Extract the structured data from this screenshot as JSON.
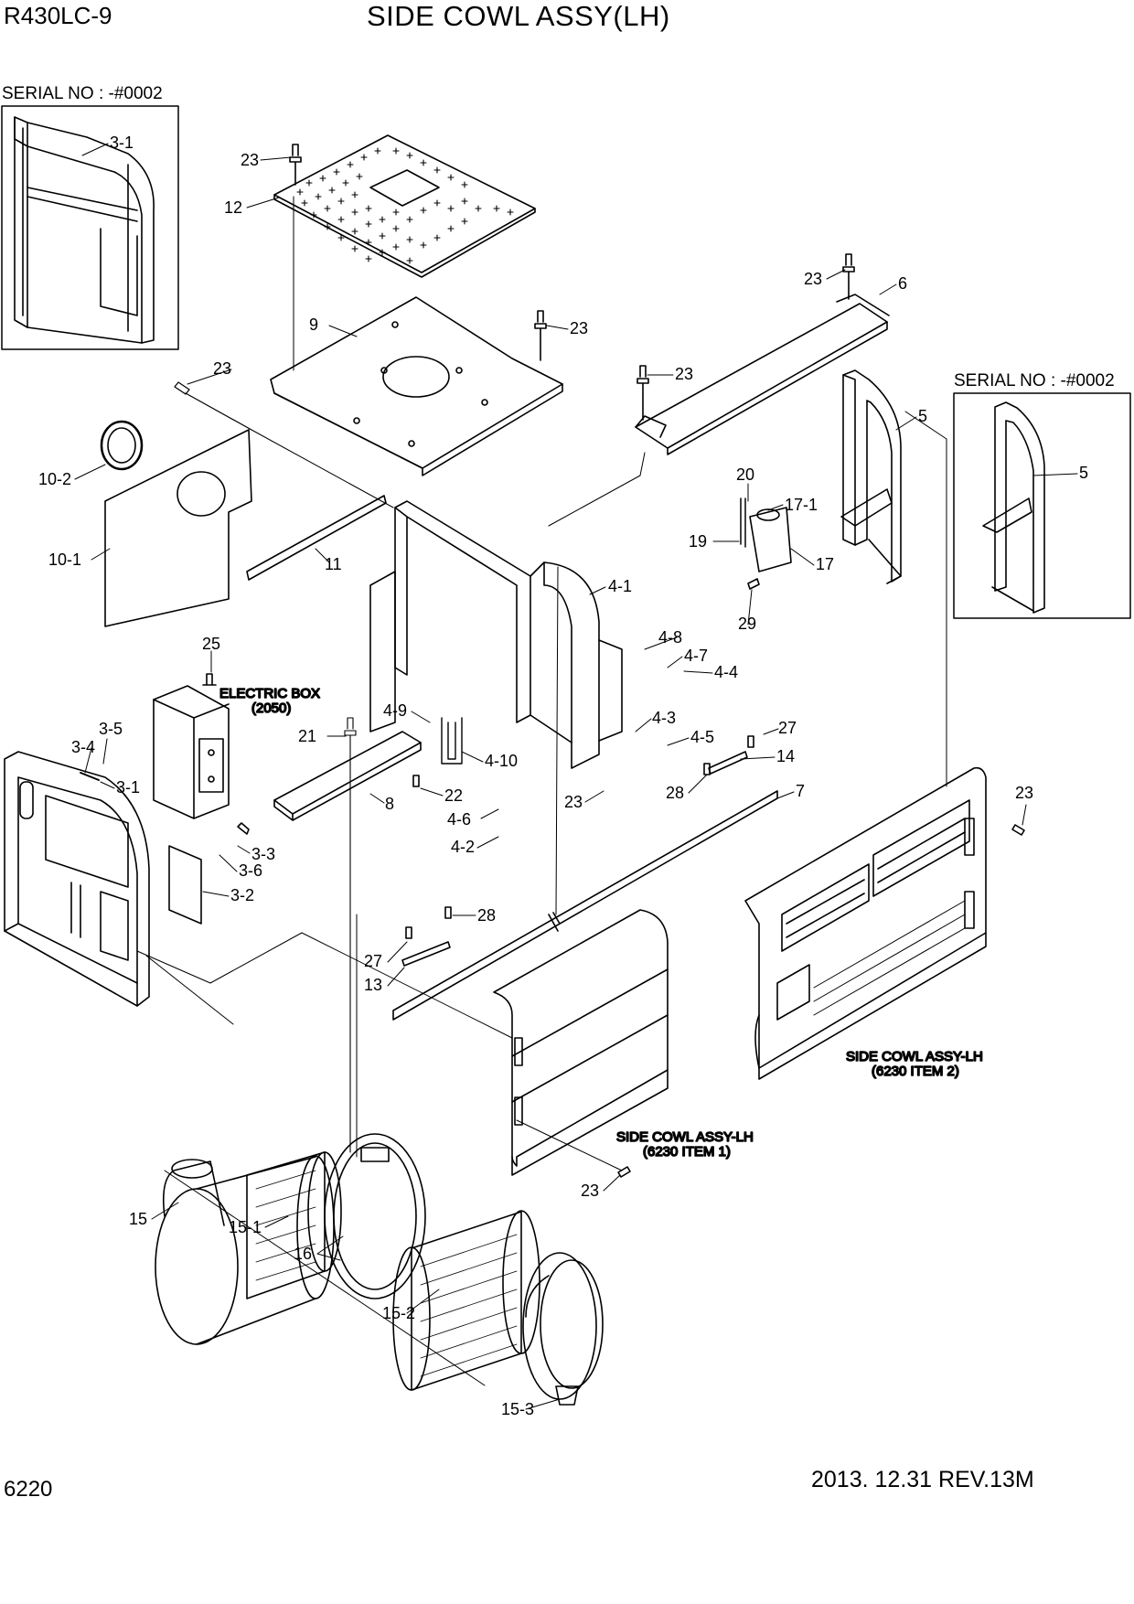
{
  "header": {
    "model": "R430LC-9",
    "title": "SIDE COWL ASSY(LH)"
  },
  "footer": {
    "page_number": "6220",
    "revision": "2013. 12.31  REV.13M"
  },
  "insets": {
    "serial_left": "SERIAL NO : -#0002",
    "serial_right": "SERIAL NO : -#0002"
  },
  "notes": {
    "electric_box": "ELECTRIC BOX",
    "electric_box_ref": "(2050)",
    "cowl_item2": "SIDE COWL ASSY-LH",
    "cowl_item2_ref": "(6230 ITEM 2)",
    "cowl_item1": "SIDE COWL ASSY-LH",
    "cowl_item1_ref": "(6230 ITEM 1)"
  },
  "callouts": [
    "3-1",
    "23",
    "12",
    "23",
    "6",
    "9",
    "23",
    "23",
    "23",
    "5",
    "5",
    "10-2",
    "20",
    "17-1",
    "19",
    "17",
    "11",
    "10-1",
    "4-1",
    "29",
    "4-8",
    "4-7",
    "4-4",
    "25",
    "4-9",
    "4-3",
    "4-5",
    "27",
    "21",
    "14",
    "4-10",
    "3-5",
    "3-4",
    "3-1",
    "22",
    "23",
    "28",
    "7",
    "23",
    "8",
    "4-6",
    "3-3",
    "4-2",
    "3-6",
    "3-2",
    "28",
    "27",
    "13",
    "23",
    "15",
    "15-1",
    "16",
    "15-2",
    "15-3"
  ]
}
